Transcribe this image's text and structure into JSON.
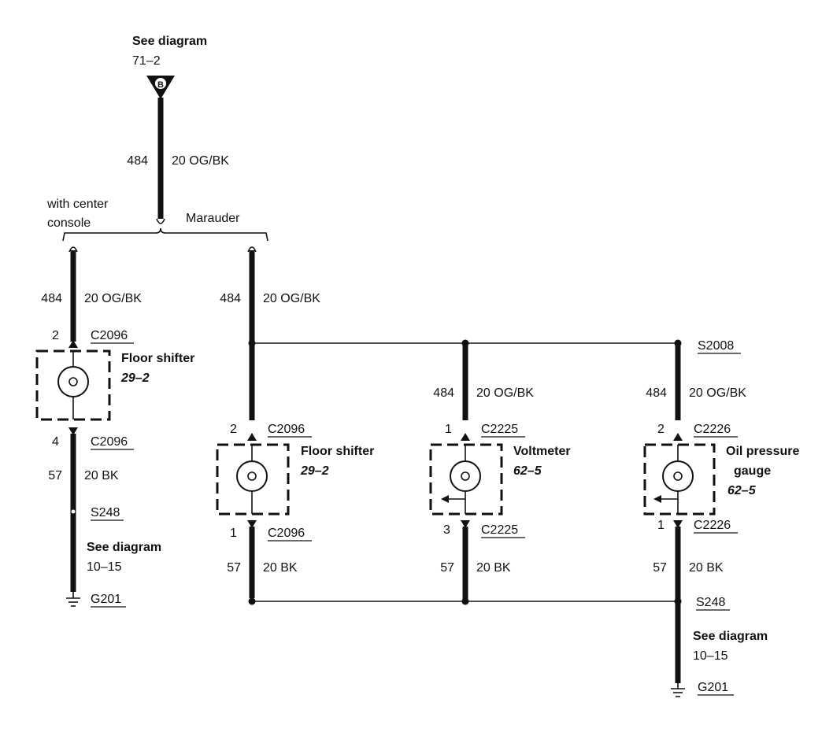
{
  "top_ref": {
    "line1": "See diagram",
    "line2": "71–2",
    "connector_letter": "B"
  },
  "main_wire": {
    "circuit": "484",
    "spec": "20 OG/BK"
  },
  "branch_left_label_1": "with center",
  "branch_left_label_2": "console",
  "branch_right_label": "Marauder",
  "left_branch": {
    "wire_top": {
      "circuit": "484",
      "spec": "20 OG/BK"
    },
    "pin_top": "2",
    "conn_top": "C2096",
    "component_name": "Floor shifter",
    "component_ref": "29–2",
    "pin_bottom": "4",
    "conn_bottom": "C2096",
    "wire_bottom": {
      "circuit": "57",
      "spec": "20 BK"
    },
    "splice": "S248",
    "see_1": "See diagram",
    "see_2": "10–15",
    "ground": "G201"
  },
  "marauder": {
    "wire_top": {
      "circuit": "484",
      "spec": "20 OG/BK"
    },
    "splice_top": "S2008",
    "floor_shifter": {
      "pin_top": "2",
      "conn_top": "C2096",
      "name": "Floor shifter",
      "ref": "29–2",
      "pin_bottom": "1",
      "conn_bottom": "C2096",
      "wire_bottom": {
        "circuit": "57",
        "spec": "20 BK"
      }
    },
    "voltmeter": {
      "wire_top": {
        "circuit": "484",
        "spec": "20 OG/BK"
      },
      "pin_top": "1",
      "conn_top": "C2225",
      "name": "Voltmeter",
      "ref": "62–5",
      "pin_bottom": "3",
      "conn_bottom": "C2225",
      "wire_bottom": {
        "circuit": "57",
        "spec": "20 BK"
      }
    },
    "oil_gauge": {
      "wire_top": {
        "circuit": "484",
        "spec": "20 OG/BK"
      },
      "pin_top": "2",
      "conn_top": "C2226",
      "name_1": "Oil pressure",
      "name_2": "gauge",
      "ref": "62–5",
      "pin_bottom": "1",
      "conn_bottom": "C2226",
      "wire_bottom": {
        "circuit": "57",
        "spec": "20 BK"
      }
    },
    "splice_bottom": "S248",
    "see_1": "See diagram",
    "see_2": "10–15",
    "ground": "G201"
  }
}
